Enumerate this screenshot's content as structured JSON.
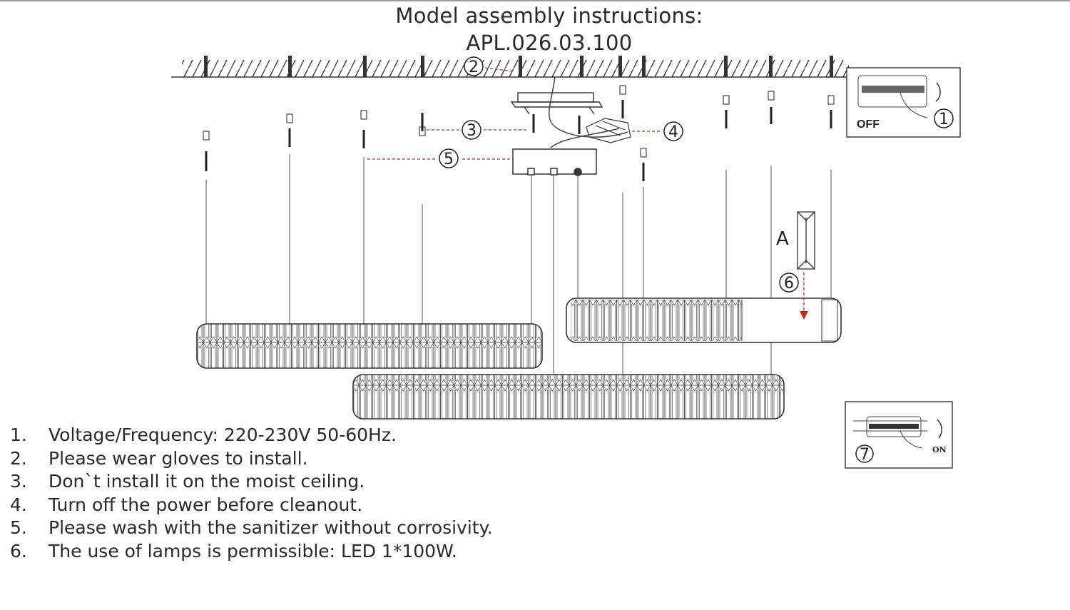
{
  "header": {
    "title_line1": "Model assembly instructions:",
    "title_line2": "APL.026.03.100"
  },
  "callouts": {
    "step1": "1",
    "step2": "2",
    "step3": "3",
    "step4": "4",
    "step5": "5",
    "step6": "6",
    "step7": "7"
  },
  "switch_off_label": "OFF",
  "switch_on_label": "ON",
  "part_label": "A",
  "notes": [
    {
      "num": "1.",
      "text": "Voltage/Frequency: 220-230V 50-60Hz."
    },
    {
      "num": "2.",
      "text": "Please wear gloves to install."
    },
    {
      "num": "3.",
      "text": "Don`t install it on the moist ceiling."
    },
    {
      "num": "4.",
      "text": "Turn off the power before cleanout."
    },
    {
      "num": "5.",
      "text": "Please wash with the sanitizer without corrosivity."
    },
    {
      "num": "6.",
      "text": "The use of lamps is permissible: LED 1*100W."
    }
  ],
  "colors": {
    "line": "#333333",
    "leader": "#cc2222"
  }
}
